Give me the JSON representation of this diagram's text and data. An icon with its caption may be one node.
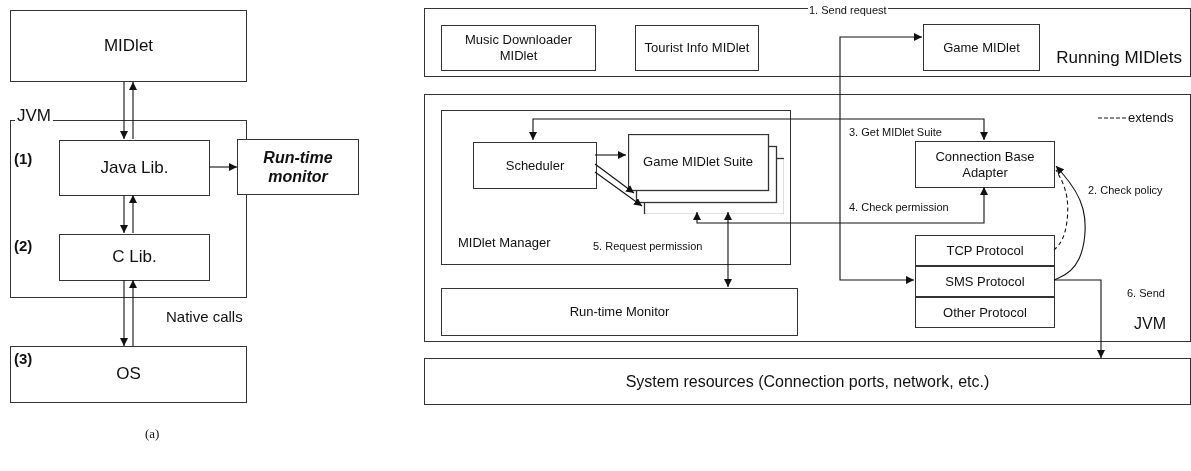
{
  "diagram": {
    "nodes": [
      {
        "text": [
          "MIDlet"
        ]
      },
      {
        "text": [
          "JVM"
        ]
      },
      {
        "text": [
          "Java Lib."
        ],
        "in": 1
      },
      {
        "text": [
          "Run-time monitor"
        ]
      },
      {
        "text": [
          "C Lib."
        ],
        "in": 1
      },
      {
        "text": [
          "OS"
        ]
      },
      {
        "text": [
          "Running MIDlets"
        ]
      },
      {
        "text": [
          "Music Downloader MIDlet"
        ],
        "in": 6
      },
      {
        "text": [
          "Tourist Info MIDlet"
        ],
        "in": 6
      },
      {
        "text": [
          "Game MIDlet"
        ],
        "in": 6
      },
      {
        "text": [
          "JVM"
        ]
      },
      {
        "text": [
          "MIDlet Manager"
        ],
        "in": 10
      },
      {
        "text": [
          "Scheduler"
        ],
        "in": 11
      },
      {
        "text": [
          "Game MIDlet Suite"
        ],
        "in": 11
      },
      {
        "text": [
          "Connection Base Adapter"
        ],
        "in": 10
      },
      {
        "text": [
          "TCP Protocol"
        ],
        "in": 10
      },
      {
        "text": [
          "SMS Protocol"
        ],
        "in": 10
      },
      {
        "text": [
          "Other Protocol"
        ],
        "in": 10
      },
      {
        "text": [
          "Run-time Monitor"
        ],
        "in": 10
      },
      {
        "text": [
          "System resources (Connection ports, network, etc.)"
        ]
      }
    ],
    "edges": [
      {
        "from": 0,
        "to": 2,
        "arrow": "to"
      },
      {
        "from": 2,
        "to": 0,
        "arrow": "to"
      },
      {
        "from": 2,
        "to": 3,
        "arrow": "to"
      },
      {
        "from": 2,
        "to": 4,
        "arrow": "to"
      },
      {
        "from": 4,
        "to": 2,
        "arrow": "to"
      },
      {
        "from": 4,
        "to": 5,
        "arrow": "to"
      },
      {
        "from": 5,
        "to": 4,
        "arrow": "to"
      },
      {
        "from": 16,
        "to": 9,
        "arrow": "both",
        "label": "1. Send request"
      },
      {
        "from": 12,
        "to": 14,
        "arrow": "both",
        "label": "3. Get MIDlet Suite"
      },
      {
        "from": 12,
        "to": 13,
        "arrow": "to"
      },
      {
        "from": 12,
        "to": 13,
        "arrow": "to"
      },
      {
        "from": 12,
        "to": 13,
        "arrow": "to"
      },
      {
        "from": 13,
        "to": 14,
        "arrow": "both",
        "label": "4. Check permission"
      },
      {
        "from": 13,
        "to": 18,
        "arrow": "both",
        "label": "5. Request permission"
      },
      {
        "from": 16,
        "to": 14,
        "arrow": "to",
        "label": "2. Check policy"
      },
      {
        "from": 15,
        "to": 14,
        "arrow": "none",
        "style": "dashed"
      },
      {
        "from": 16,
        "to": 19,
        "arrow": "to",
        "label": "6. Send"
      }
    ],
    "labels": [
      "(1)",
      "(2)",
      "Native calls",
      "(3)",
      "(a)"
    ],
    "legend": [
      {
        "text": "extends"
      }
    ]
  }
}
